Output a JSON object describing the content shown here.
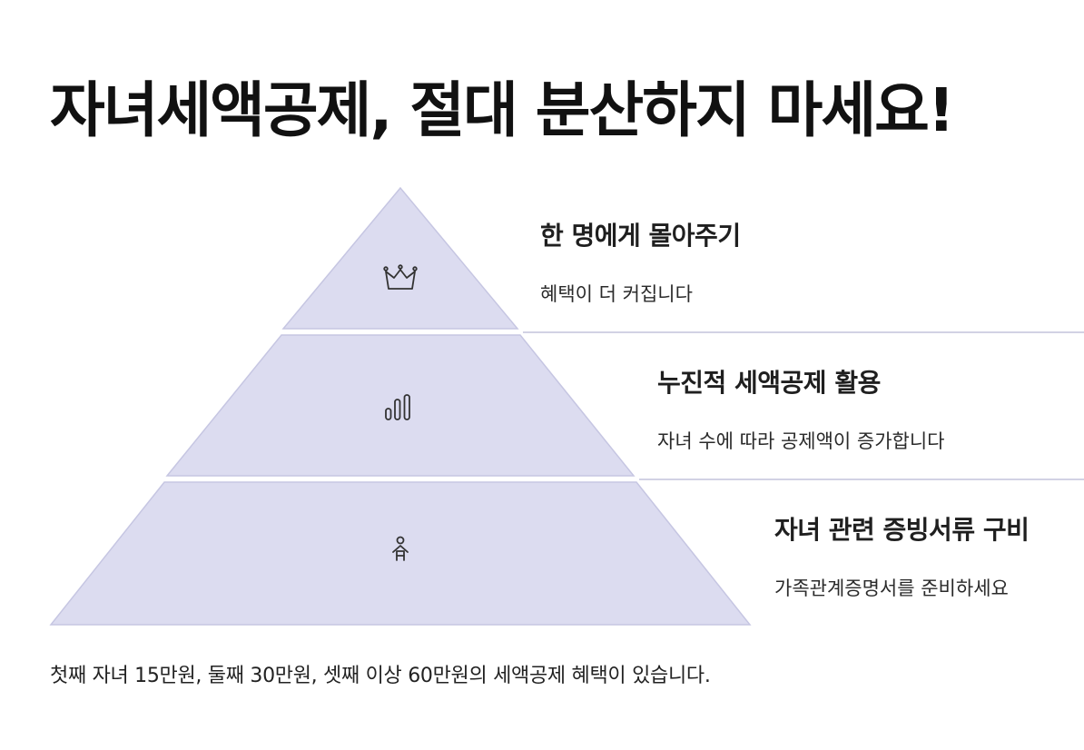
{
  "title": "자녀세액공제, 절대 분산하지 마세요!",
  "colors": {
    "tier_fill": "#dcdcf0",
    "tier_stroke": "#c6c6e2",
    "divider": "#c4c4dc",
    "icon": "#333333"
  },
  "tiers": [
    {
      "heading": "한 명에게 몰아주기",
      "description": "혜택이 더 커집니다",
      "icon": "crown-icon"
    },
    {
      "heading": "누진적 세액공제 활용",
      "description": "자녀 수에 따라 공제액이 증가합니다",
      "icon": "bar-chart-icon"
    },
    {
      "heading": "자녀 관련 증빙서류 구비",
      "description": "가족관계증명서를 준비하세요",
      "icon": "child-icon"
    }
  ],
  "footer": "첫째 자녀 15만원, 둘째 30만원, 셋째 이상 60만원의 세액공제 혜택이 있습니다."
}
